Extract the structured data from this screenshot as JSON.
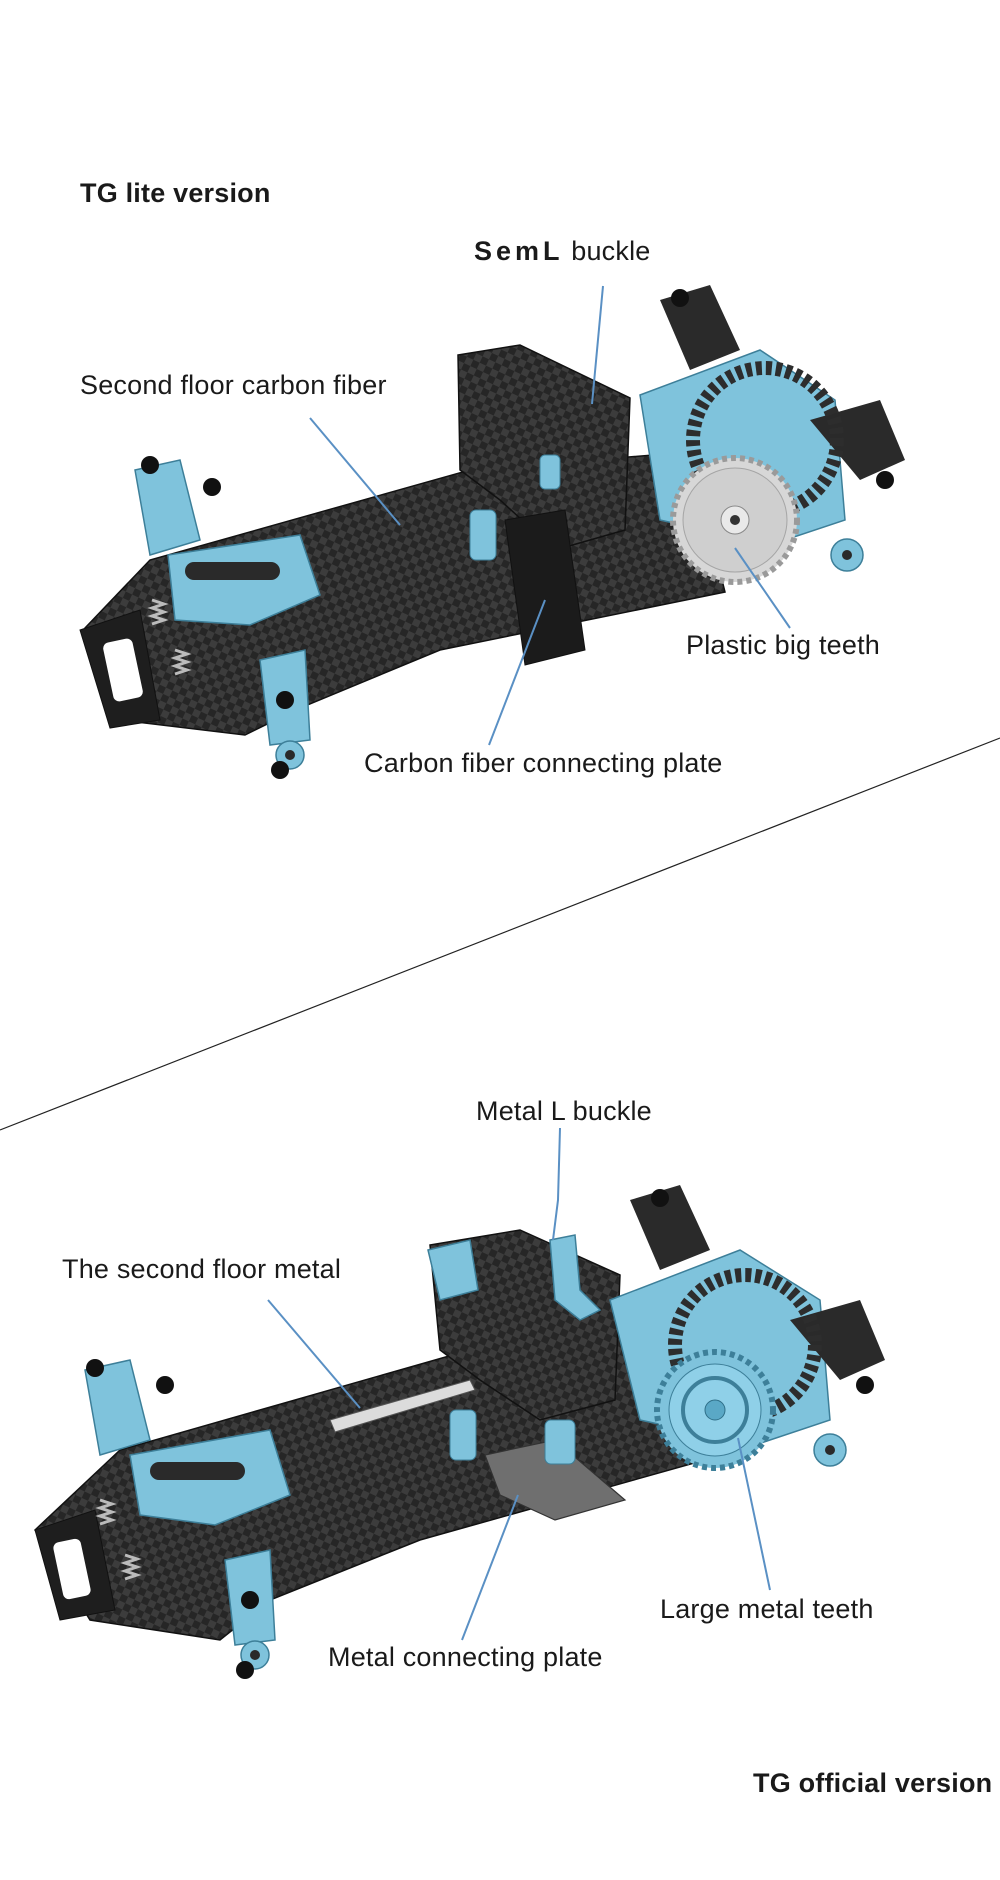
{
  "top": {
    "title": "TG lite version",
    "labels": {
      "l_buckle_prefix": "SemL",
      "l_buckle_suffix": "buckle",
      "second_floor": "Second floor carbon fiber",
      "big_teeth": "Plastic big teeth",
      "connecting_plate": "Carbon fiber connecting plate"
    }
  },
  "bottom": {
    "title": "TG official version",
    "labels": {
      "l_buckle": "Metal L buckle",
      "second_floor": "The second floor metal",
      "big_teeth": "Large metal teeth",
      "connecting_plate": "Metal connecting plate"
    }
  },
  "colors": {
    "carbon": "#2a2a2a",
    "carbon_light": "#4a4a4a",
    "accent_blue": "#7fc3dc",
    "accent_blue_dark": "#4d97b4",
    "plastic_gear": "#d7d7d7",
    "leader_line": "#5a90c4"
  }
}
